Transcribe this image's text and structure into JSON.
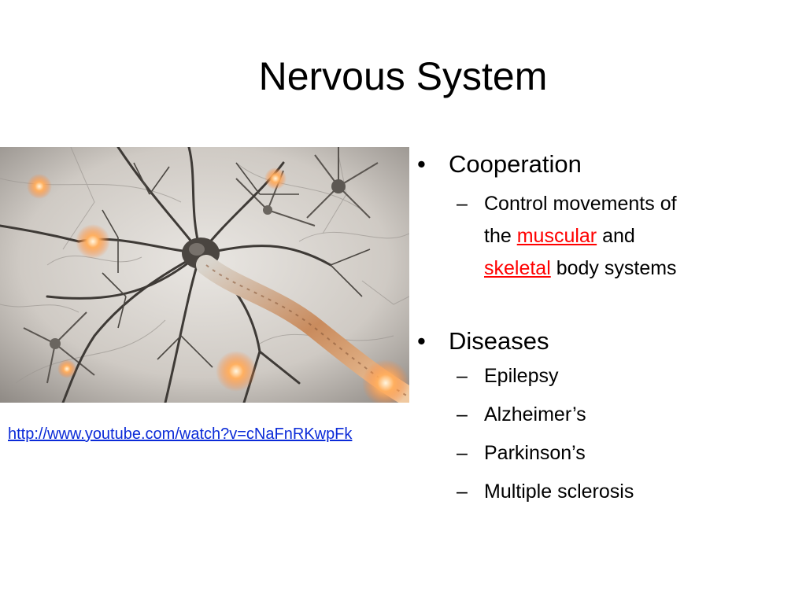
{
  "slide": {
    "title": "Nervous System",
    "link_text": "http://www.youtube.com/watch?v=cNaFnRKwpFk",
    "bullets": {
      "bullet_marker": "•",
      "dash_marker": "–",
      "cooperation": {
        "label": "Cooperation",
        "sub": {
          "line1": "Control movements of",
          "the": "the",
          "muscular": "muscular",
          "and": "and",
          "skeletal": "skeletal",
          "rest": "body systems"
        }
      },
      "diseases": {
        "label": "Diseases",
        "items": [
          "Epilepsy",
          "Alzheimer’s",
          "Parkinson’s",
          "Multiple sclerosis"
        ]
      }
    }
  },
  "colors": {
    "link": "#0b2bd8",
    "highlight": "#ff0000"
  },
  "image": {
    "subject": "neuron-network-illustration"
  }
}
